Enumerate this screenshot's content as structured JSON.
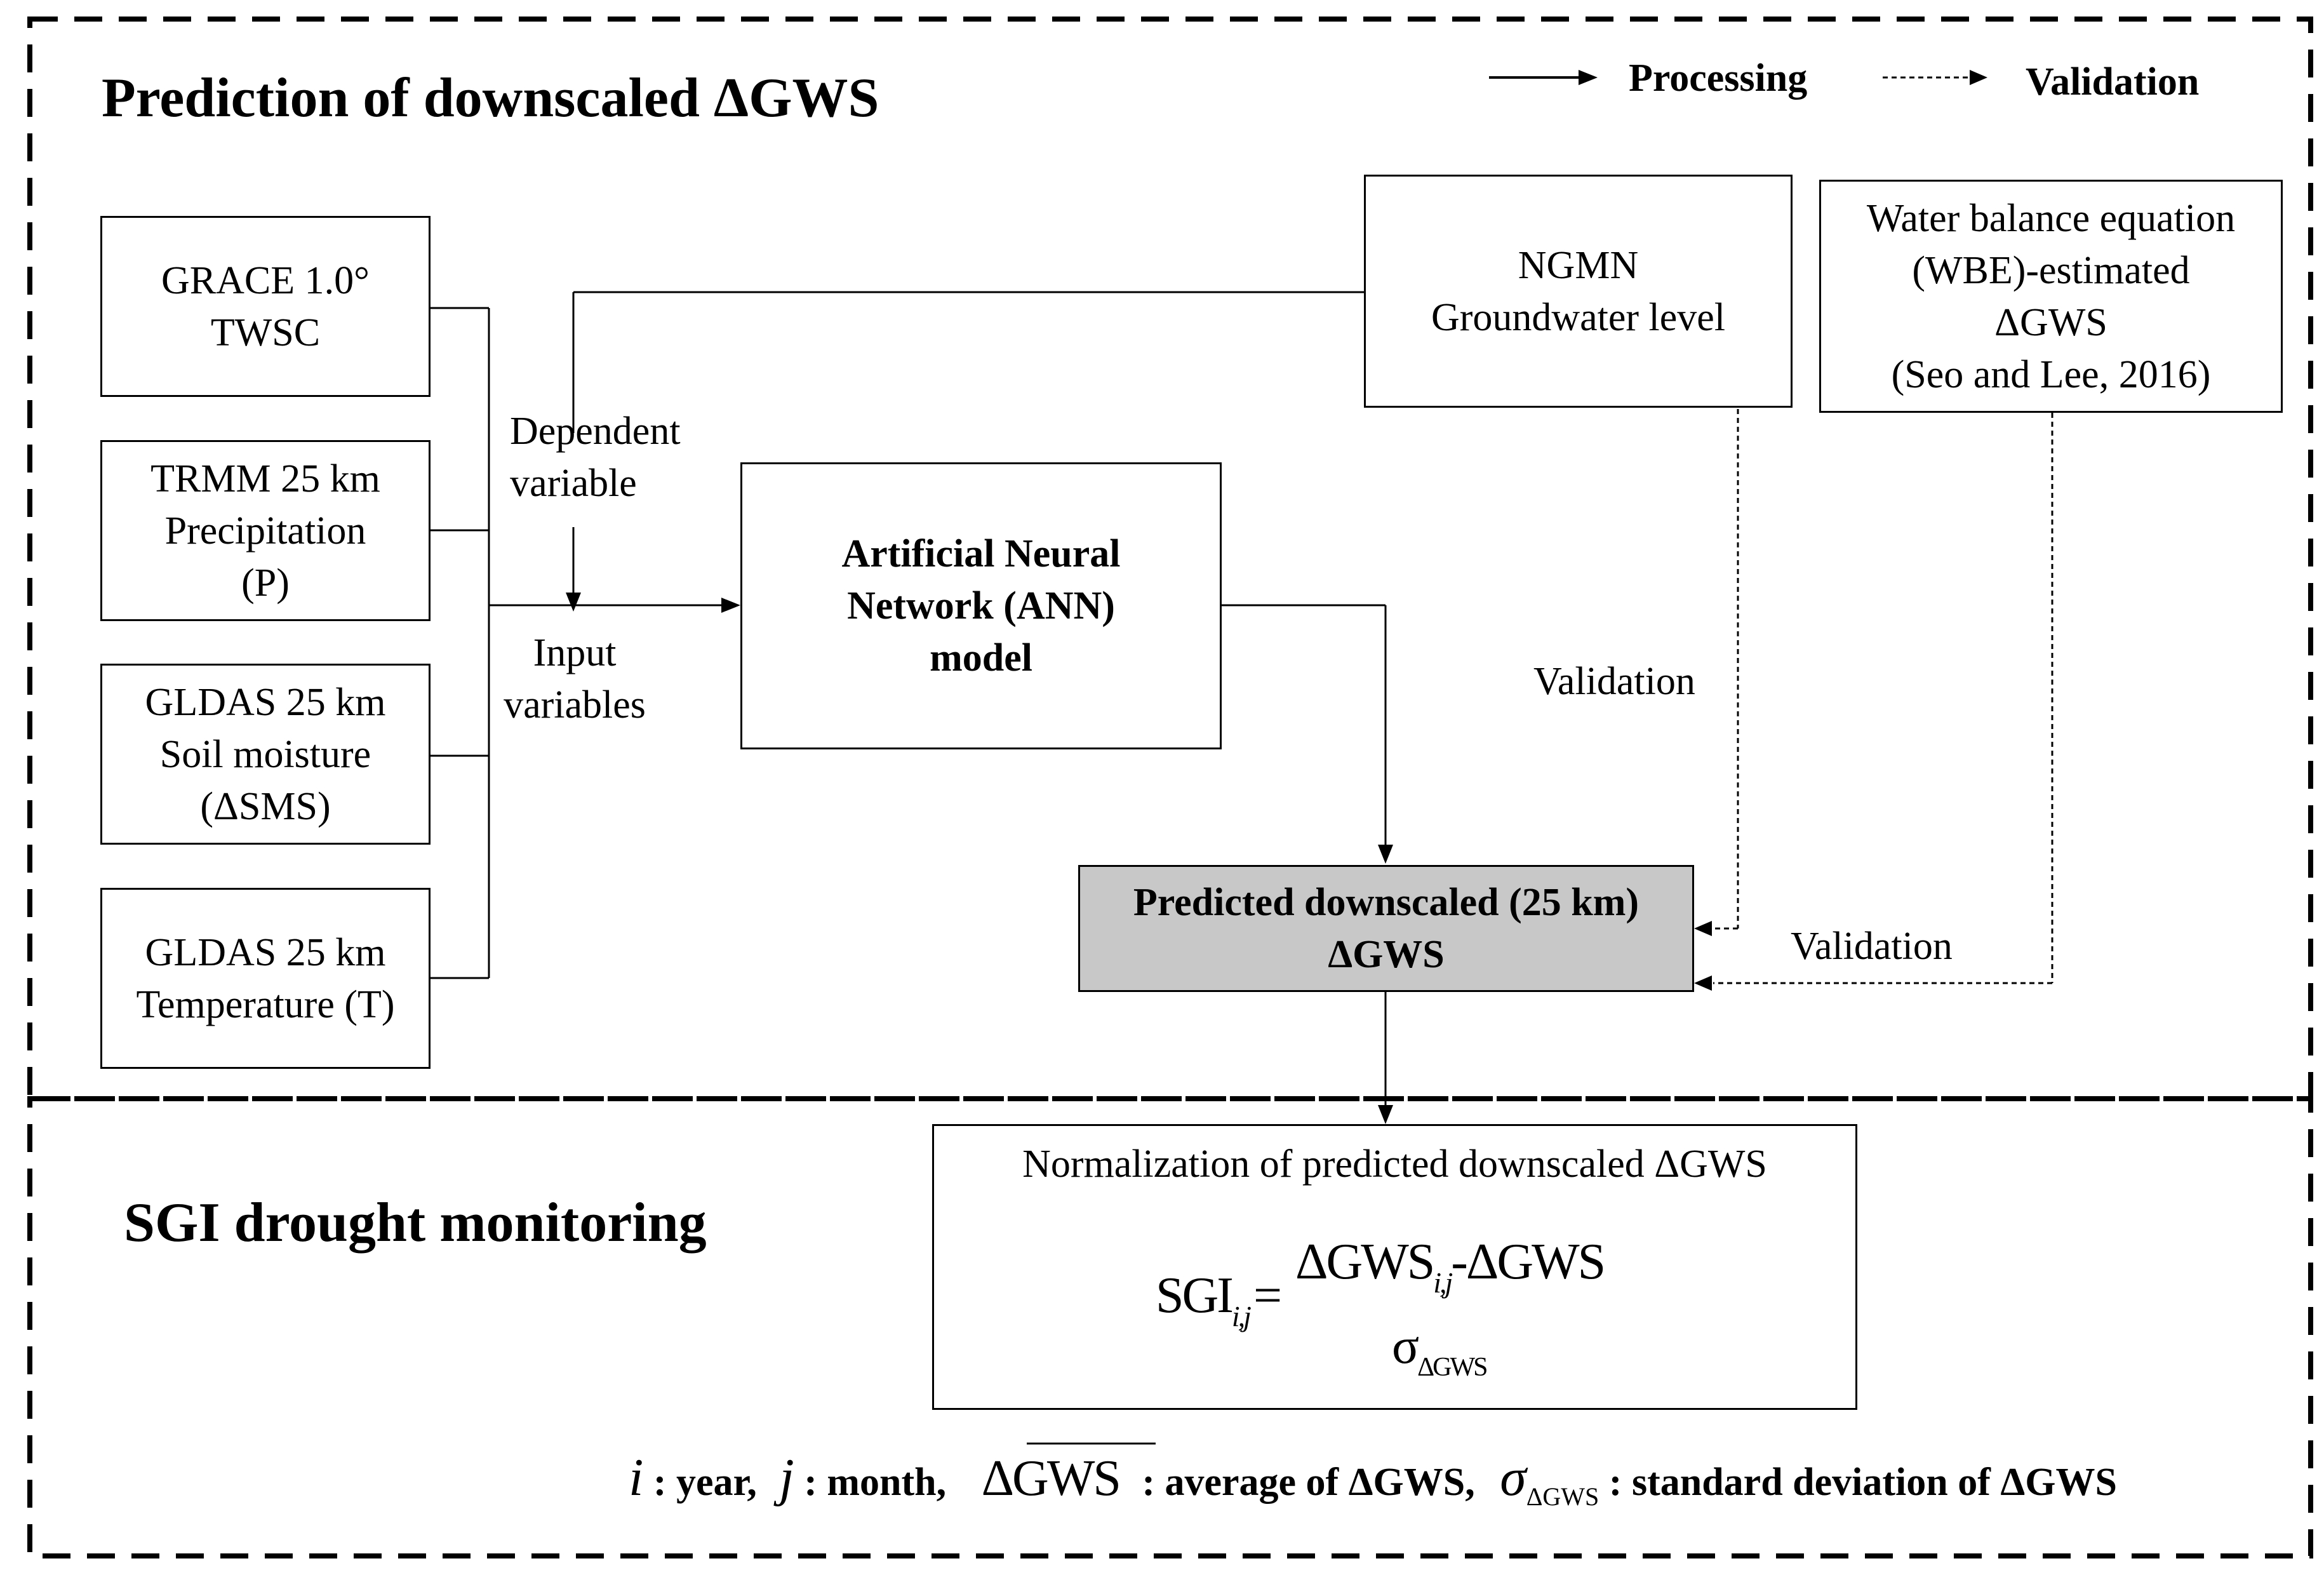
{
  "sections": {
    "top_title": "Prediction of downscaled ΔGWS",
    "bottom_title": "SGI drought monitoring"
  },
  "legend": {
    "processing": "Processing",
    "validation": "Validation"
  },
  "inputs": [
    {
      "lines": [
        "GRACE 1.0°",
        "TWSC"
      ]
    },
    {
      "lines": [
        "TRMM 25 km",
        "Precipitation",
        "(P)"
      ]
    },
    {
      "lines": [
        "GLDAS 25 km",
        "Soil moisture",
        "(ΔSMS)"
      ]
    },
    {
      "lines": [
        "GLDAS 25 km",
        "Temperature (T)"
      ]
    }
  ],
  "ngmn": {
    "lines": [
      "NGMN",
      "Groundwater level"
    ]
  },
  "wbe": {
    "lines": [
      "Water balance equation",
      "(WBE)-estimated",
      "ΔGWS",
      "(Seo and Lee, 2016)"
    ]
  },
  "ann": {
    "lines": [
      "Artificial Neural",
      "Network (ANN)",
      "model"
    ]
  },
  "predicted": {
    "lines": [
      "Predicted downscaled (25 km)",
      "ΔGWS"
    ]
  },
  "labels": {
    "dependent": [
      "Dependent",
      "variable"
    ],
    "input": [
      "Input",
      "variables"
    ],
    "validation_1": "Validation",
    "validation_2": "Validation"
  },
  "normalization": {
    "title": "Normalization of predicted downscaled ΔGWS",
    "lhs": "SGI",
    "lhs_sub": "i,j",
    "equals": "=",
    "numerator_main": "ΔGWS",
    "numerator_sub": "i,j",
    "numerator_minus": "-",
    "numerator_bar": "ΔGWS",
    "denominator": "σ",
    "denominator_sub": "ΔGWS"
  },
  "footnote": {
    "i_symbol": "i",
    "i_text": ": year,",
    "j_symbol": "j",
    "j_text": ": month,",
    "bar_symbol": "ΔGWS",
    "bar_text": ": average of ΔGWS,",
    "sigma_symbol": "σ",
    "sigma_sub": "ΔGWS",
    "sigma_text": ": standard deviation of ΔGWS"
  }
}
